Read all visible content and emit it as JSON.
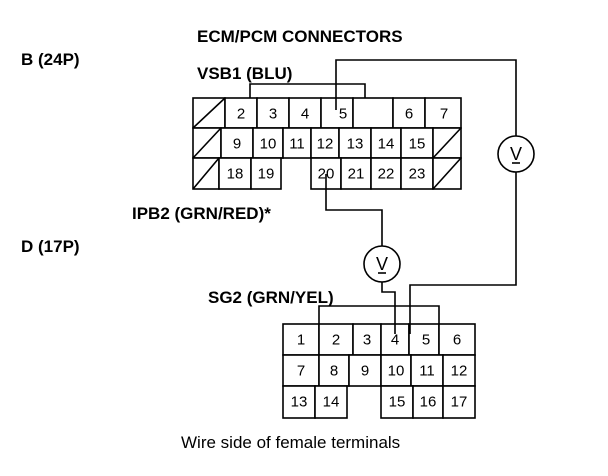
{
  "title": "ECM/PCM CONNECTORS",
  "connector_b": {
    "label": "B (24P)",
    "wire_top": "VSB1 (BLU)",
    "wire_left": "IPB2 (GRN/RED)*",
    "rows": [
      [
        "/",
        "2",
        "3",
        "4",
        "5",
        "",
        "6",
        "7"
      ],
      [
        "/",
        "9",
        "10",
        "11",
        "12",
        "13",
        "14",
        "15",
        "/"
      ],
      [
        "/",
        "18",
        "19",
        "",
        "20",
        "21",
        "22",
        "23",
        "/"
      ]
    ]
  },
  "connector_d": {
    "label": "D (17P)",
    "wire_top": "SG2 (GRN/YEL)",
    "rows": [
      [
        "1",
        "2",
        "3",
        "4",
        "5",
        "6"
      ],
      [
        "7",
        "8",
        "9",
        "10",
        "11",
        "12"
      ],
      [
        "13",
        "14",
        "",
        "15",
        "16",
        "17"
      ]
    ]
  },
  "meter_symbol": "V",
  "caption": "Wire side of female terminals"
}
